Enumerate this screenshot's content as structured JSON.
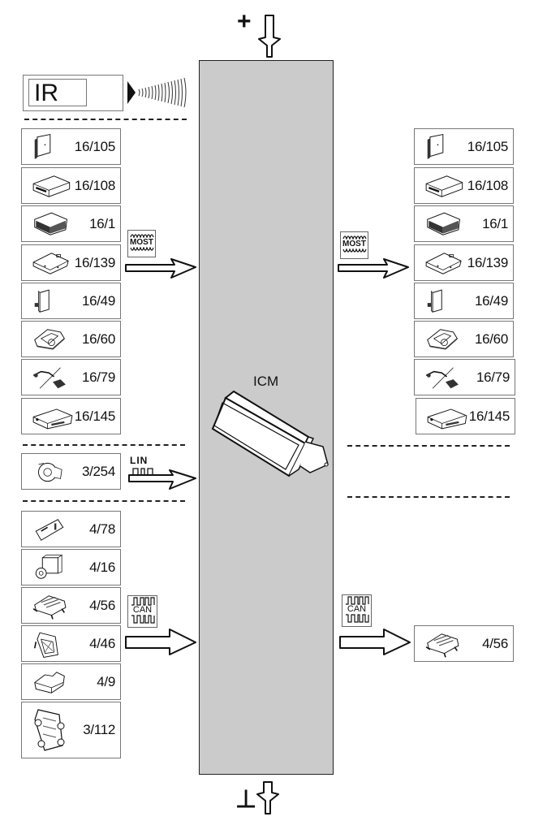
{
  "diagram": {
    "center_module": {
      "label": "ICM",
      "fill": "#cbcbcb"
    },
    "power": {
      "plus_symbol": "+",
      "ground_symbol": "⊥"
    },
    "ir": {
      "label": "IR"
    },
    "left_most_modules": [
      {
        "id": "16/105",
        "icon": "module-plate-icon"
      },
      {
        "id": "16/108",
        "icon": "flat-box-icon"
      },
      {
        "id": "16/1",
        "icon": "radio-unit-icon"
      },
      {
        "id": "16/139",
        "icon": "amplifier-icon"
      },
      {
        "id": "16/49",
        "icon": "small-box-icon"
      },
      {
        "id": "16/60",
        "icon": "tuner-icon"
      },
      {
        "id": "16/79",
        "icon": "microphone-split-icon"
      },
      {
        "id": "16/145",
        "icon": "media-unit-icon"
      }
    ],
    "right_most_modules": [
      {
        "id": "16/105",
        "icon": "module-plate-icon"
      },
      {
        "id": "16/108",
        "icon": "flat-box-icon"
      },
      {
        "id": "16/1",
        "icon": "radio-unit-icon"
      },
      {
        "id": "16/139",
        "icon": "amplifier-icon"
      },
      {
        "id": "16/49",
        "icon": "small-box-icon"
      },
      {
        "id": "16/60",
        "icon": "tuner-icon"
      },
      {
        "id": "16/79",
        "icon": "microphone-split-icon"
      },
      {
        "id": "16/145",
        "icon": "media-unit-icon"
      }
    ],
    "lin_modules": [
      {
        "id": "3/254",
        "icon": "steering-switch-icon"
      }
    ],
    "left_can_modules": [
      {
        "id": "4/78",
        "icon": "control-panel-icon"
      },
      {
        "id": "4/16",
        "icon": "camera-module-icon"
      },
      {
        "id": "4/56",
        "icon": "central-electronic-module-icon"
      },
      {
        "id": "4/46",
        "icon": "ecu-board-icon"
      },
      {
        "id": "4/9",
        "icon": "airbag-module-icon"
      },
      {
        "id": "3/112",
        "icon": "switch-panel-icon"
      }
    ],
    "right_can_modules": [
      {
        "id": "4/56",
        "icon": "central-electronic-module-icon"
      }
    ],
    "buses": {
      "most": {
        "label": "MOST"
      },
      "lin": {
        "label": "LIN"
      },
      "can": {
        "label": "CAN"
      }
    }
  }
}
